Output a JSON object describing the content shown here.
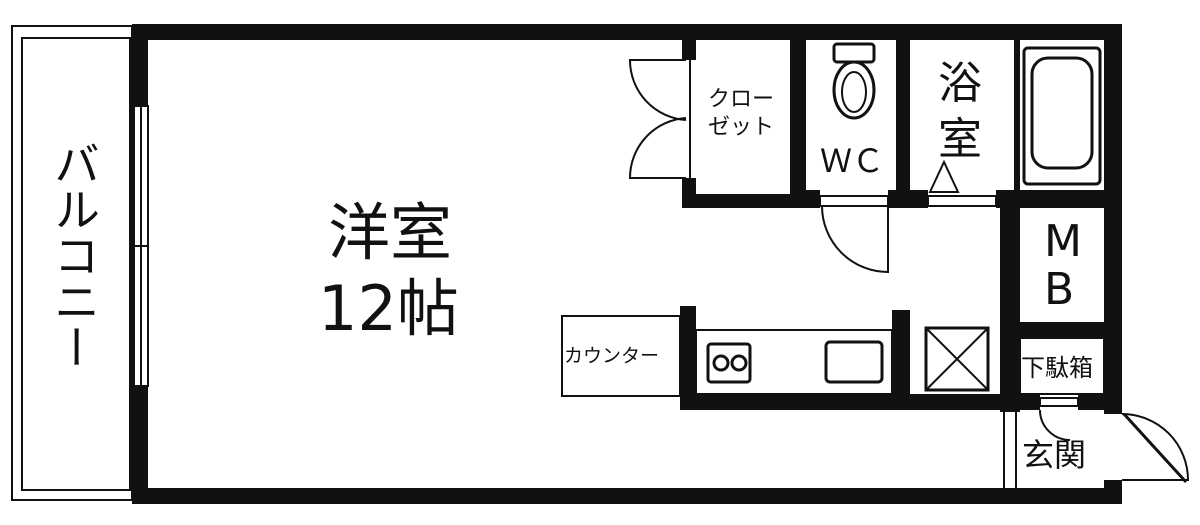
{
  "rooms": {
    "balcony": "バルコニー",
    "western_room": "洋室",
    "western_room_size": "12帖",
    "closet_line1": "クロー",
    "closet_line2": "ゼット",
    "wc": "ＷＣ",
    "bath_line1": "浴",
    "bath_line2": "室",
    "mb_line1": "M",
    "mb_line2": "B",
    "counter": "カウンター",
    "shoe_box": "下駄箱",
    "entrance": "玄関"
  }
}
